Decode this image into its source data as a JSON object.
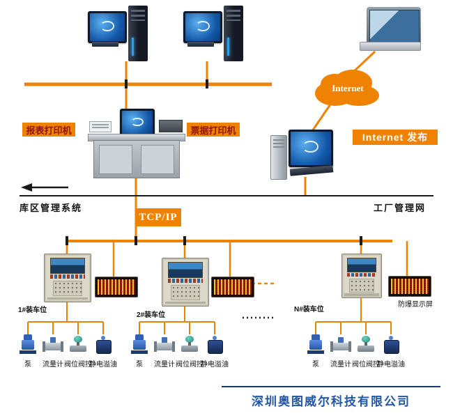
{
  "diagram": {
    "cloud": {
      "label": "Internet"
    },
    "labels": {
      "report_printer": "报表打印机",
      "receipt_printer": "票据打印机",
      "internet_publish": "Internet 发布",
      "depot_system": "库区管理系统",
      "factory_network": "工厂管理网",
      "protocol": "TCP/IP",
      "explosion_proof_display": "防爆显示屏"
    },
    "stations": [
      {
        "label": "1#装车位"
      },
      {
        "label": "2#装车位"
      },
      {
        "label": "N#装车位"
      }
    ],
    "device_labels": [
      "泵",
      "流量计",
      "阀位阀控",
      "静电溢油"
    ],
    "footer": {
      "company": "深圳奥图威尔科技有限公司"
    },
    "colors": {
      "accent_orange": "#ef8200",
      "company_blue": "#2456a6",
      "led_red": "#9c1603"
    }
  }
}
